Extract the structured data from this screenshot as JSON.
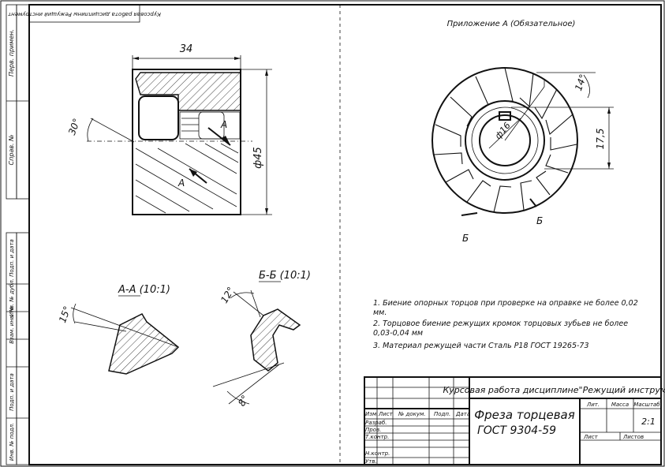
{
  "top_stamp": "Курсовая работа дисциплины Режущий инструмент",
  "side_strip": {
    "upper": [
      "Перв. примен.",
      "Справ. №"
    ],
    "lower": [
      "Подп. и дата",
      "Инв. № дубл.",
      "Взам. инв. №",
      "Подп. и дата",
      "Инв. № подл."
    ]
  },
  "appendix_title": "Приложение А (Обязательное)",
  "dimensions": {
    "width": "34",
    "diameter": "ф45",
    "angle_main": "30°",
    "bore": "ф16",
    "key_height": "17,5",
    "tooth_angle": "14°",
    "section_a_angle": "15°",
    "section_b_angle1": "12°",
    "section_b_angle2": "8°"
  },
  "section_marks": {
    "a": "А",
    "b": "Б"
  },
  "section_titles": {
    "a": "А-А (10:1)",
    "b": "Б-Б (10:1)"
  },
  "notes": [
    "1. Биение опорных торцов при проверке на оправке не более 0,02 мм.",
    "2. Торцовое биение режущих кромок торцовых зубьев не более 0,03-0,04 мм",
    "3. Материал режущей части Сталь Р18 ГОСТ 19265-73"
  ],
  "title_block": {
    "course": "Курсовая работа дисциплине\"Режущий инструмент\"",
    "name_line1": "Фреза торцевая",
    "name_line2": "ГОСТ 9304-59",
    "col_headers": [
      "Изм.",
      "Лист",
      "№ докум.",
      "Подп.",
      "Дата"
    ],
    "row_labels": [
      "Разраб.",
      "Пров.",
      "Т.контр.",
      "",
      "Н.контр.",
      "Утв."
    ],
    "lit": "Лит.",
    "mass": "Масса",
    "scale_label": "Масштаб",
    "scale": "2:1",
    "sheet": "Лист",
    "sheets": "Листов"
  }
}
